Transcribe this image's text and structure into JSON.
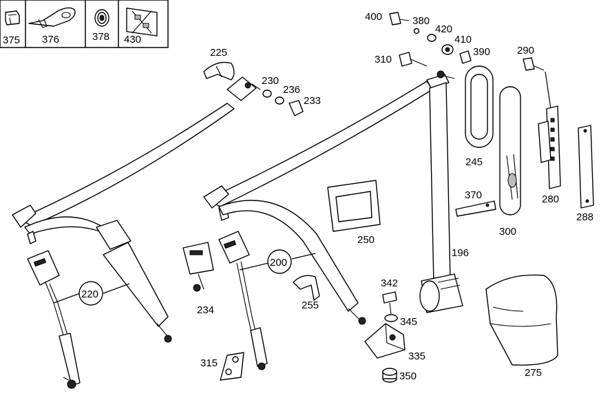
{
  "legend": {
    "items": [
      {
        "label": "375",
        "icon": "clip-icon"
      },
      {
        "label": "376",
        "icon": "cable-tie-icon"
      },
      {
        "label": "378",
        "icon": "grommet-icon"
      },
      {
        "label": "430",
        "icon": "label-plate-icon"
      }
    ]
  },
  "callouts": {
    "c400": "400",
    "c380": "380",
    "c420": "420",
    "c410": "410",
    "c390": "390",
    "c310": "310",
    "c290": "290",
    "c225": "225",
    "c230": "230",
    "c236": "236",
    "c233": "233",
    "c245": "245",
    "c370": "370",
    "c280": "280",
    "c288": "288",
    "c250": "250",
    "c300": "300",
    "c196": "196",
    "c200": "200",
    "c220": "220",
    "c234": "234",
    "c255": "255",
    "c342": "342",
    "c345": "345",
    "c335": "335",
    "c315": "315",
    "c350": "350",
    "c275": "275"
  }
}
